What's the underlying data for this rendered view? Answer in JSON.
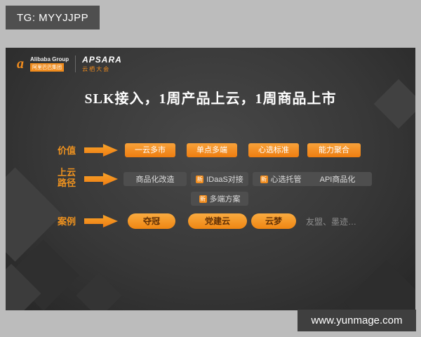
{
  "overlay": {
    "tg": "TG: MYYJJPP",
    "site": "www.yunmage.com"
  },
  "header": {
    "alibaba_mark": "a",
    "alibaba_name": "Alibaba Group",
    "alibaba_cn": "阿里巴巴集团",
    "apsara_name": "APSARA",
    "apsara_cn": "云栖大会"
  },
  "title": "SLK接入，1周产品上云，1周商品上市",
  "rows": {
    "value": {
      "label": "价值",
      "chips": [
        "一云多市",
        "单点多端",
        "心选标准",
        "能力聚合"
      ]
    },
    "path": {
      "label_line1": "上云",
      "label_line2": "路径",
      "chips": [
        {
          "text": "商品化改造"
        },
        {
          "badge": "新",
          "text": "IDaaS对接"
        },
        {
          "badge": "新",
          "text": "心选托管"
        },
        {
          "text": "API商品化"
        }
      ],
      "extra": {
        "badge": "新",
        "text": "多端方案"
      }
    },
    "cases": {
      "label": "案例",
      "pills": [
        "夺冠",
        "党建云",
        "云梦"
      ],
      "more": "友盟、墨迹…"
    }
  },
  "colors": {
    "accent": "#F08C1E",
    "slide_background": "#383838",
    "chip_gray": "#4E4E4E"
  }
}
